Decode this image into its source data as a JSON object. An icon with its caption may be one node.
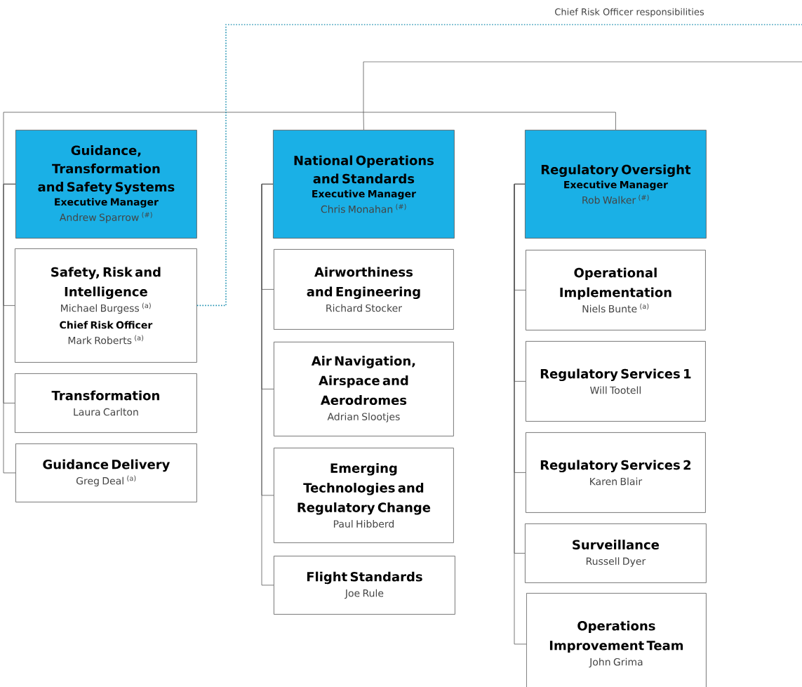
{
  "diagram": {
    "nodes": [
      {
        "text": [
          "Guidance, Transformation and Safety Systems",
          "Executive Manager",
          "Andrew Sparrow $^{(#)}$"
        ]
      },
      {
        "text": [
          "National Operations and Standards",
          "Executive Manager",
          "Chris Monahan $^{(#)}$"
        ]
      },
      {
        "text": [
          "Regulatory Oversight",
          "Executive Manager",
          "Rob Walker $^{(#)}$"
        ]
      },
      {
        "text": [
          "Safety, Risk and Intelligence",
          "Michael Burgess $^{(a)}$",
          "Chief Risk Officer",
          "Mark Roberts $^{(a)}$"
        ]
      },
      {
        "text": [
          "Transformation",
          "Laura Carlton"
        ]
      },
      {
        "text": [
          "Guidance Delivery",
          "Greg Deal $^{(a)}$"
        ]
      },
      {
        "text": [
          "Airworthiness and Engineering",
          "Richard Stocker"
        ]
      },
      {
        "text": [
          "Air Navigation, Airspace and Aerodromes",
          "Adrian Slootjes"
        ]
      },
      {
        "text": [
          "Emerging Technologies and Regulatory Change",
          "Paul Hibberd"
        ]
      },
      {
        "text": [
          "Flight Standards",
          "Joe Rule"
        ]
      },
      {
        "text": [
          "Operational Implementation",
          "Niels Bunte $^{(a)}$"
        ]
      },
      {
        "text": [
          "Regulatory Services 1",
          "Will Tootell"
        ]
      },
      {
        "text": [
          "Regulatory Services 2",
          "Karen Blair"
        ]
      },
      {
        "text": [
          "Surveillance",
          "Russell Dyer"
        ]
      },
      {
        "text": [
          "Operations Improvement Team",
          "John Grima"
        ]
      }
    ],
    "edges": [
      {
        "from": null,
        "to": 0,
        "arrow": "none"
      },
      {
        "from": null,
        "to": 1,
        "arrow": "none"
      },
      {
        "from": null,
        "to": 2,
        "arrow": "none"
      },
      {
        "from": 0,
        "to": 3,
        "arrow": "none"
      },
      {
        "from": 0,
        "to": 4,
        "arrow": "none"
      },
      {
        "from": 0,
        "to": 5,
        "arrow": "none"
      },
      {
        "from": 1,
        "to": 6,
        "arrow": "none"
      },
      {
        "from": 1,
        "to": 7,
        "arrow": "none"
      },
      {
        "from": 1,
        "to": 8,
        "arrow": "none"
      },
      {
        "from": 1,
        "to": 9,
        "arrow": "none"
      },
      {
        "from": 2,
        "to": 10,
        "arrow": "none"
      },
      {
        "from": 2,
        "to": 11,
        "arrow": "none"
      },
      {
        "from": 2,
        "to": 12,
        "arrow": "none"
      },
      {
        "from": 2,
        "to": 13,
        "arrow": "none"
      },
      {
        "from": 2,
        "to": 14,
        "arrow": "none"
      },
      {
        "from": 3,
        "to": null,
        "arrow": "none",
        "label": "Chief Risk Officer responsibilities",
        "style": "dashed",
        "color": "#1b8fb0"
      }
    ]
  }
}
